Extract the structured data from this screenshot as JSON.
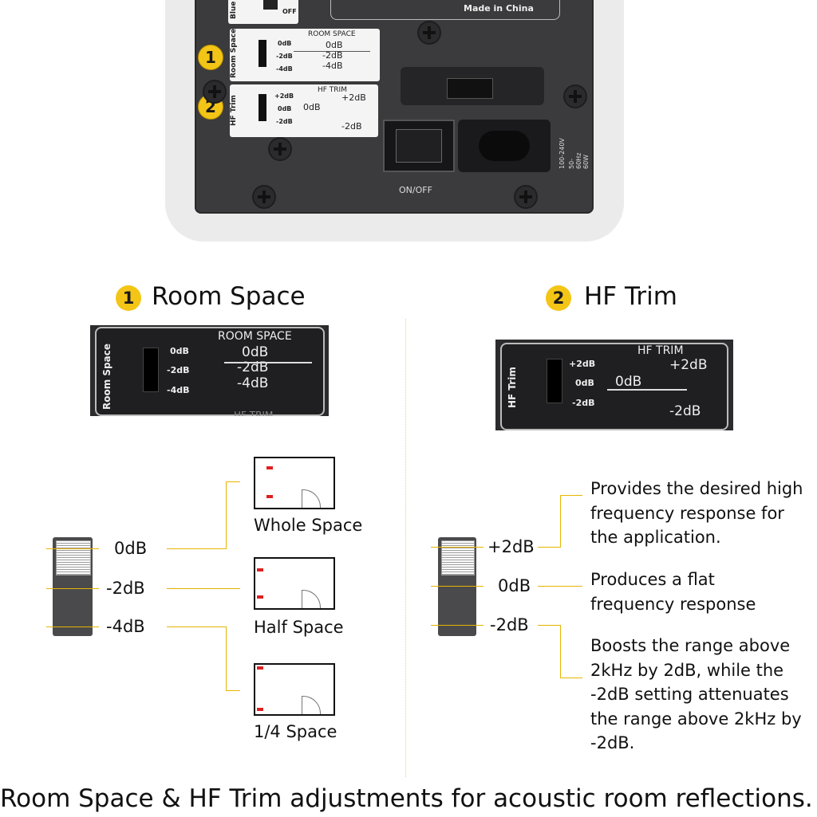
{
  "panel": {
    "blue_label": "Blue",
    "off_label": "OFF",
    "made_in": "Made in China",
    "room_space_vertical": "Room Space",
    "hf_trim_vertical": "HF Trim",
    "room_space_header": "ROOM SPACE",
    "room_space_levels": [
      "0dB",
      "-2dB",
      "-4dB"
    ],
    "hf_trim_header": "HF TRIM",
    "hf_trim_levels": [
      "+2dB",
      "0dB",
      "-2dB"
    ],
    "on_off": "ON/OFF",
    "voltage_line1": "100-240V",
    "voltage_line2": "50-60Hz 60W",
    "badge1": "1",
    "badge2": "2"
  },
  "room_space": {
    "number": "1",
    "title": "Room Space",
    "crop_vertical": "Room Space",
    "crop_header": "ROOM SPACE",
    "crop_levels": [
      "0dB",
      "-2dB",
      "-4dB"
    ],
    "crop_footer": "HF TRIM",
    "switch_levels": [
      "0dB",
      "-2dB",
      "-4dB"
    ],
    "spaces": [
      "Whole Space",
      "Half Space",
      "1/4 Space"
    ]
  },
  "hf_trim": {
    "number": "2",
    "title": "HF Trim",
    "crop_vertical": "HF Trim",
    "crop_header": "HF TRIM",
    "crop_levels": [
      "+2dB",
      "0dB",
      "-2dB"
    ],
    "switch_levels": [
      "+2dB",
      "0dB",
      "-2dB"
    ],
    "descriptions": [
      "Provides the desired high frequency response for the application.",
      "Produces a flat frequency response",
      "Boosts the range above 2kHz by 2dB, while the -2dB setting attenuates the range above 2kHz by -2dB."
    ]
  },
  "caption": "Room Space & HF Trim adjustments for acoustic room reflections."
}
